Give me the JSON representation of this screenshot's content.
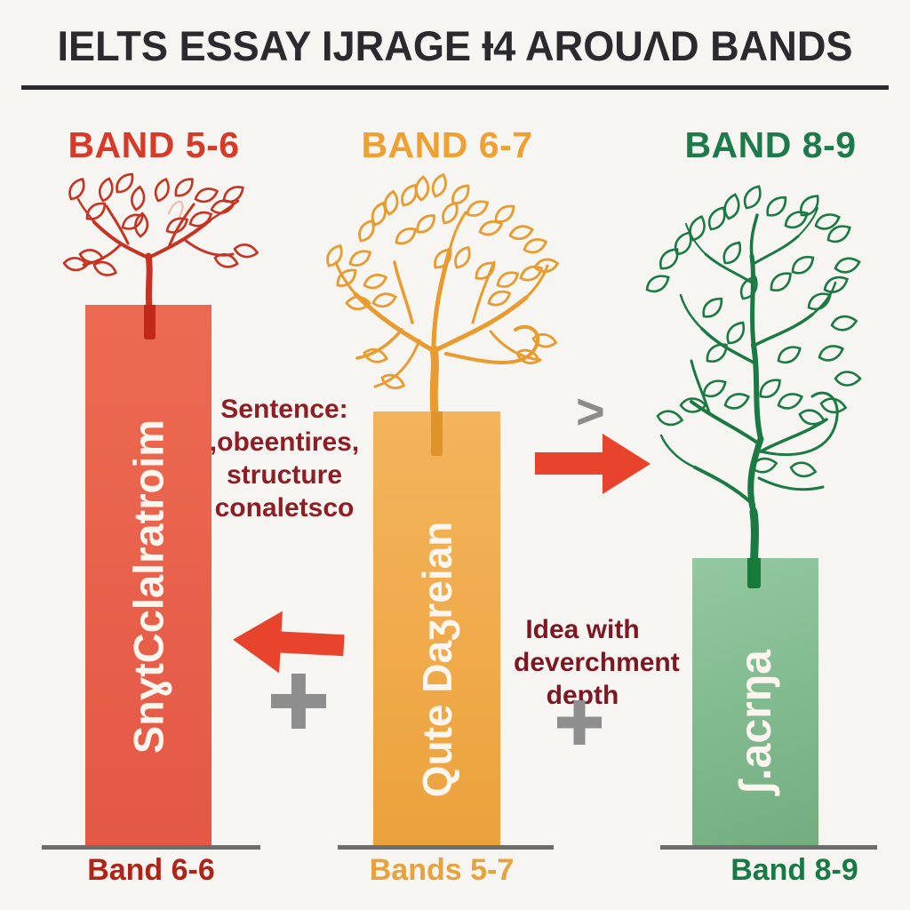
{
  "title": "IELTS ESSAY IJRAGE Ɨ4 AROUΛD BANDS",
  "columns": [
    {
      "header": "BAND 5-6",
      "header_color": "#d63a28",
      "bar_label": "SnɣtCclalratroim",
      "bar_color_top": "#ec6a52",
      "bar_color_bottom": "#e45845",
      "trunk_color": "#c02818",
      "footer": "Band 6-6",
      "footer_color": "#b02418",
      "tree_color": "#c63322"
    },
    {
      "header": "BAND 6-7",
      "header_color": "#efa032",
      "bar_label": "Qute Daʒreian",
      "bar_color_top": "#f4b45c",
      "bar_color_bottom": "#eca23c",
      "trunk_color": "#e0932a",
      "footer": "Bands 5-7",
      "footer_color": "#e8a23c",
      "tree_color": "#e89b2e"
    },
    {
      "header": "BAND 8-9",
      "header_color": "#1e7a4a",
      "bar_label": "ʃ.acrŋa",
      "bar_color_top": "#93c8a0",
      "bar_color_bottom": "#72ad80",
      "trunk_color": "#157a3a",
      "footer": "Band 8-9",
      "footer_color": "#177a45",
      "tree_color": "#1b7a44"
    }
  ],
  "annotations": {
    "sentence_note": {
      "lines": [
        "Sentence:",
        ",obeentires,",
        "structure",
        "conaletsco"
      ],
      "color": "#8e1d24"
    },
    "idea_note": {
      "lines": [
        "Idea with",
        "deverchment",
        "depth"
      ],
      "color": "#7d1722"
    },
    "greater_symbol": ">",
    "plus_symbol": "+",
    "arrow_color": "#e8432c",
    "symbol_color": "#8e8e8e"
  },
  "background_color": "#f7f5f1"
}
